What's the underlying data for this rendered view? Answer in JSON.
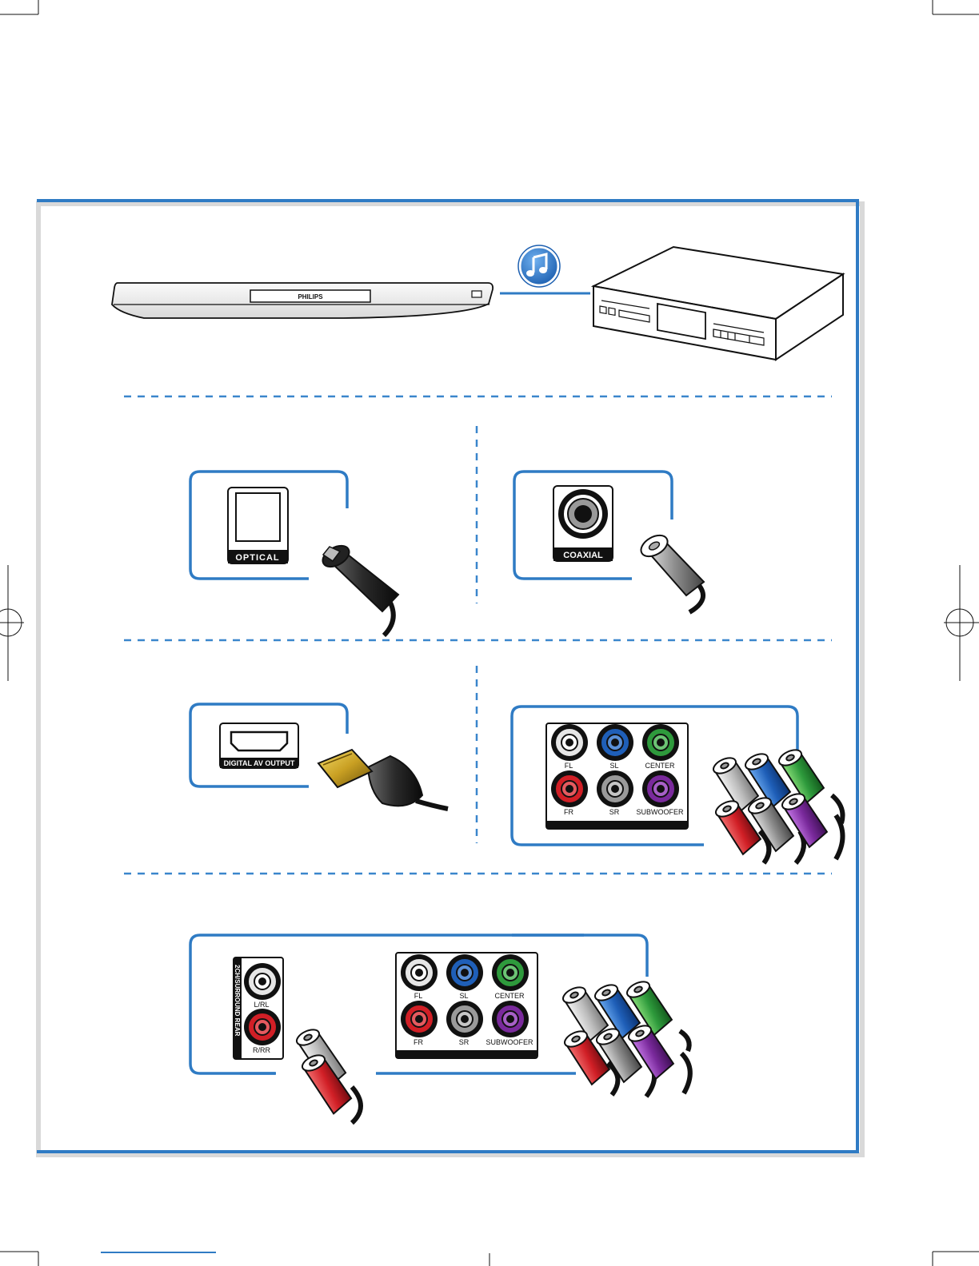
{
  "colors": {
    "frame": "#2f7bc4",
    "dash": "#3a86cc",
    "jack_white": "#d9d9d9",
    "jack_blue": "#1f5fb8",
    "jack_green": "#2e9a3c",
    "jack_red": "#d11f26",
    "jack_grey": "#9a9a9a",
    "jack_purple": "#7a2a9c",
    "connector_gold": "#c9a023"
  },
  "player": {
    "brand": "PHILIPS"
  },
  "icons": {
    "music": "music-note-icon"
  },
  "optical": {
    "label": "OPTICAL"
  },
  "coaxial": {
    "label": "COAXIAL"
  },
  "hdmi": {
    "label": "DIGITAL AV OUTPUT"
  },
  "multichannel": {
    "fl": "FL",
    "sl": "SL",
    "center": "CENTER",
    "fr": "FR",
    "sr": "SR",
    "subwoofer": "SUBWOOFER"
  },
  "rear": {
    "vertical_label": "2CH/SURROUND REAR",
    "lrl": "L/RL",
    "rrr": "R/RR"
  }
}
